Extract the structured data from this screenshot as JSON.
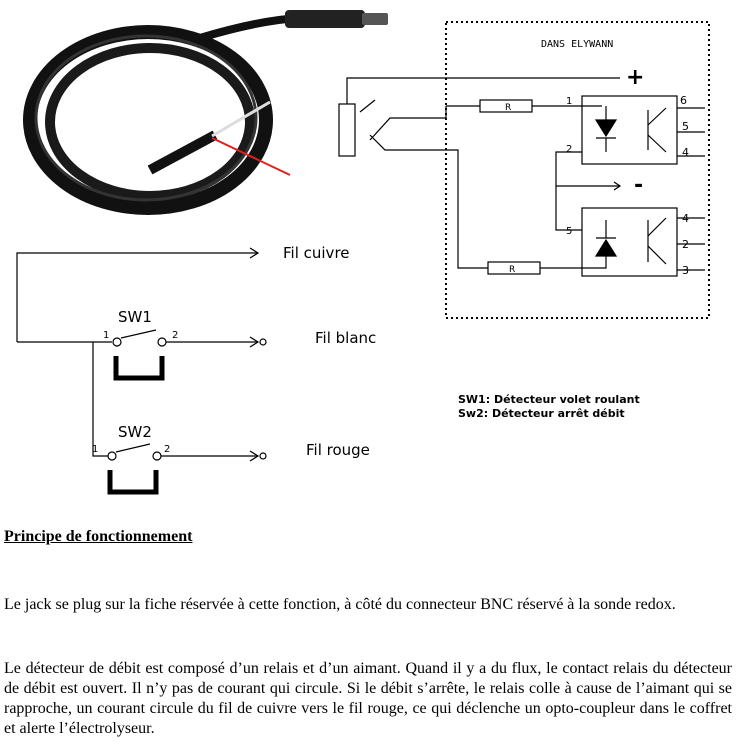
{
  "diagram": {
    "box_title": "DANS ELYWANN",
    "plus_label": "+",
    "minus_label": "-",
    "resistor_top": "R",
    "resistor_bottom": "R",
    "pin_1": "1",
    "pin_2": "2",
    "pin_6": "6",
    "pin_5": "5",
    "pin_4": "4",
    "pin_5b": "5",
    "pin_4b": "4",
    "pin_2b": "2",
    "pin_3b": "3",
    "wire_cuivre": "Fil cuivre",
    "wire_blanc": "Fil blanc",
    "wire_rouge": "Fil rouge",
    "sw1_label": "SW1",
    "sw2_label": "SW2",
    "sw1_pin1": "1",
    "sw1_pin2": "2",
    "sw2_pin1": "1",
    "sw2_pin2": "2",
    "legend_line1": "SW1: Détecteur volet roulant",
    "legend_line2": "Sw2: Détecteur arrêt débit",
    "colors": {
      "cable": "#111111",
      "red_wire": "#e02020",
      "line": "#000000"
    }
  },
  "document": {
    "heading": "Principe de fonctionnement",
    "paragraph1": "Le jack se plug sur la fiche réservée à cette fonction, à côté du connecteur BNC réservé à la sonde redox.",
    "paragraph2": "Le détecteur de débit est composé d’un relais et d’un aimant. Quand il y a du flux, le contact relais du détecteur de débit est ouvert. Il n’y pas de courant qui circule. Si le débit s’arrête, le relais colle à cause de l’aimant qui se rapproche, un courant circule du fil de cuivre vers le fil rouge, ce qui déclenche un opto-coupleur dans le coffret et alerte l’électrolyseur."
  }
}
